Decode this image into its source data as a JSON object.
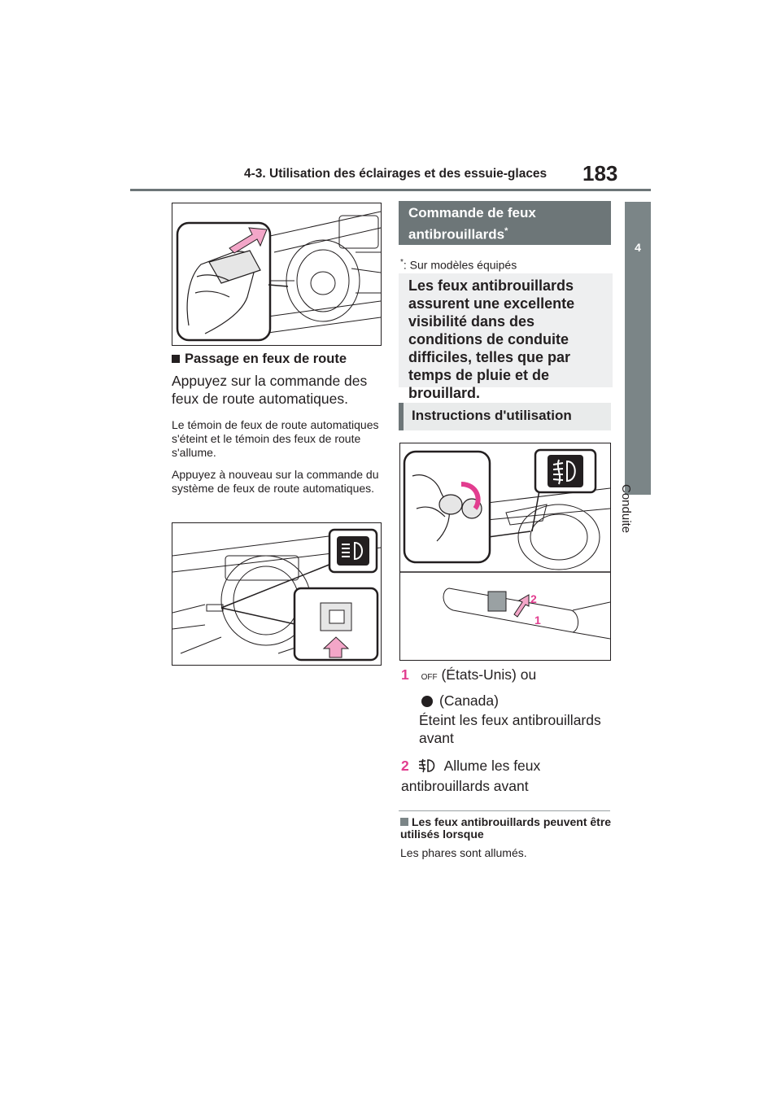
{
  "header": {
    "title": "4-3. Utilisation des éclairages et des essuie-glaces",
    "page_number": "183"
  },
  "side_tab": {
    "number": "4",
    "label": "Conduite"
  },
  "left": {
    "heading": "Passage en feux de route",
    "p1": "Appuyez sur la commande des feux de route automatiques.",
    "p2": "Le témoin de feux de route automatiques s'éteint et le témoin des feux de route s'allume.",
    "p3": "Appuyez à nouveau sur la commande du système de feux de route automatiques."
  },
  "right": {
    "section_title": "Commande de feux antibrouillards",
    "section_title_asterisk": "*",
    "footnote_mark": "*",
    "footnote": ": Sur modèles équipés",
    "intro": "Les feux antibrouillards assurent une excellente visibilité dans des conditions de conduite difficiles, telles que par temps de pluie et de brouillard.",
    "instructions_title": "Instructions d'utilisation",
    "callout_1": "1",
    "callout_2": "2",
    "item1_num": "1",
    "item1_off": "OFF",
    "item1_a": "(États-Unis) ou",
    "item1_b": "(Canada)",
    "item1_c": "Éteint les feux antibrouillards avant",
    "item2_num": "2",
    "item2_a": "Allume les feux antibrouillards avant",
    "note_heading": "Les feux antibrouillards peuvent être utilisés lorsque",
    "note_text": "Les phares sont allumés."
  },
  "colors": {
    "accent_gray": "#6d7678",
    "pink": "#e23d8f",
    "arrow_fill": "#f3a6c8"
  }
}
